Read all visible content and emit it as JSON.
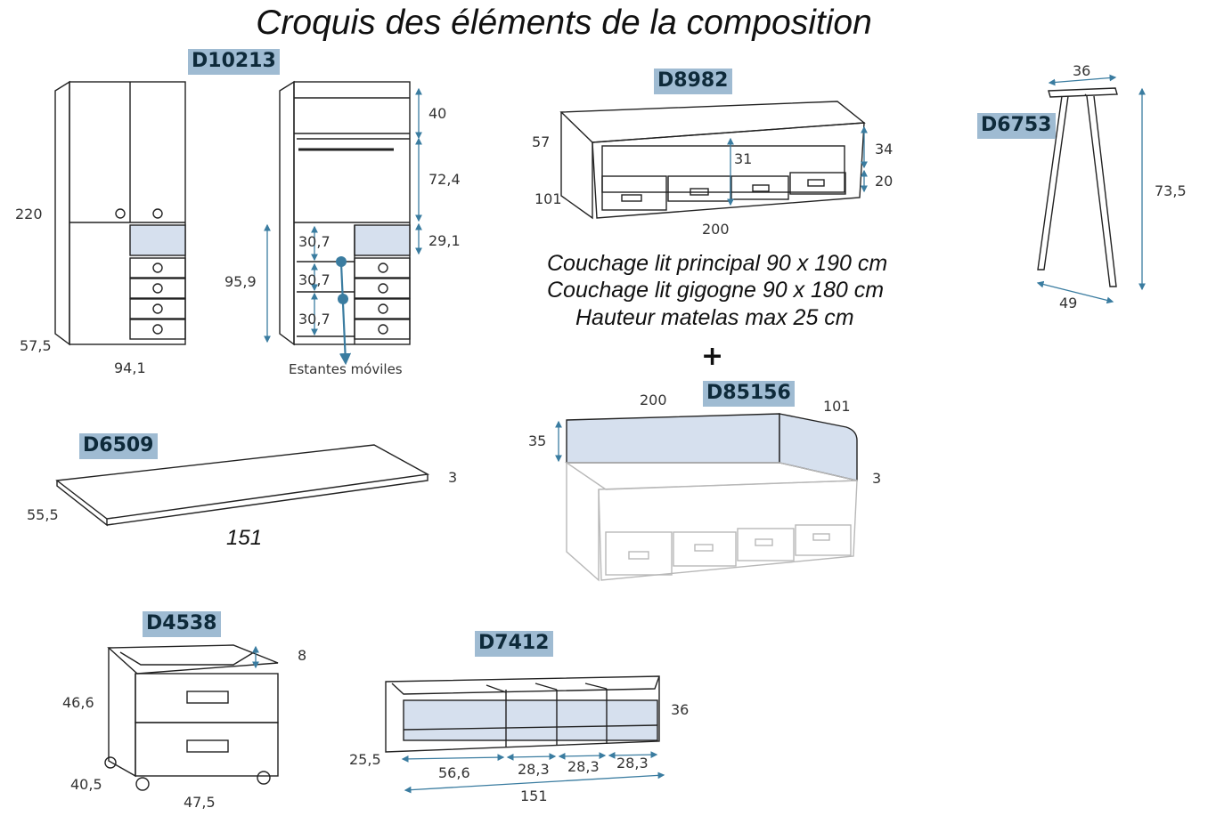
{
  "title": "Croquis des éléments de la composition",
  "codes": {
    "wardrobe": "D10213",
    "bed": "D8982",
    "leg": "D6753",
    "desktop": "D6509",
    "headboard": "D85156",
    "drawer_unit": "D4538",
    "shelf": "D7412"
  },
  "wardrobe_dims": {
    "height": "220",
    "depth": "57,5",
    "width": "94,1",
    "section_40": "40",
    "section_72": "72,4",
    "section_29": "29,1",
    "lower_height": "95,9",
    "shelf_1": "30,7",
    "shelf_2": "30,7",
    "shelf_3": "30,7",
    "shelves_label": "Estantes móviles"
  },
  "bed_dims": {
    "height_57": "57",
    "depth": "101",
    "length": "200",
    "trundle": "31",
    "front_top": "34",
    "front_bottom": "20"
  },
  "bed_notes": [
    "Couchage lit principal 90 x 190 cm",
    "Couchage lit gigogne 90 x 180 cm",
    "Hauteur matelas max 25 cm"
  ],
  "plus_sign": "+",
  "leg_dims": {
    "top": "36",
    "height": "73,5",
    "base": "49"
  },
  "desktop_dims": {
    "thickness": "3",
    "depth": "55,5",
    "length": "151"
  },
  "headboard_dims": {
    "length": "200",
    "side": "101",
    "height": "35",
    "thickness": "3"
  },
  "drawer_dims": {
    "top_rim": "8",
    "height": "46,6",
    "depth": "40,5",
    "width": "47,5"
  },
  "shelf_dims": {
    "height": "36",
    "depth": "25,5",
    "seg_1": "56,6",
    "seg_2": "28,3",
    "seg_3": "28,3",
    "seg_4": "28,3",
    "total": "151"
  },
  "colors": {
    "code_badge": "#9fbbd2",
    "panel_fill": "#d6e0ee",
    "line": "#222222",
    "dim_arrow": "#3a7ca0"
  }
}
